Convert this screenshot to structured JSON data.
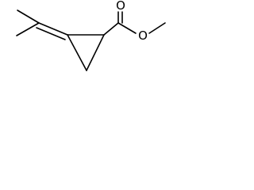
{
  "molecule": {
    "atoms": [
      {
        "id": "o_carbonyl",
        "symbol": "O"
      },
      {
        "id": "o_ester",
        "symbol": "O"
      }
    ],
    "colors": {
      "bond": "#000000",
      "label": "#000000",
      "background": "#ffffff"
    }
  }
}
